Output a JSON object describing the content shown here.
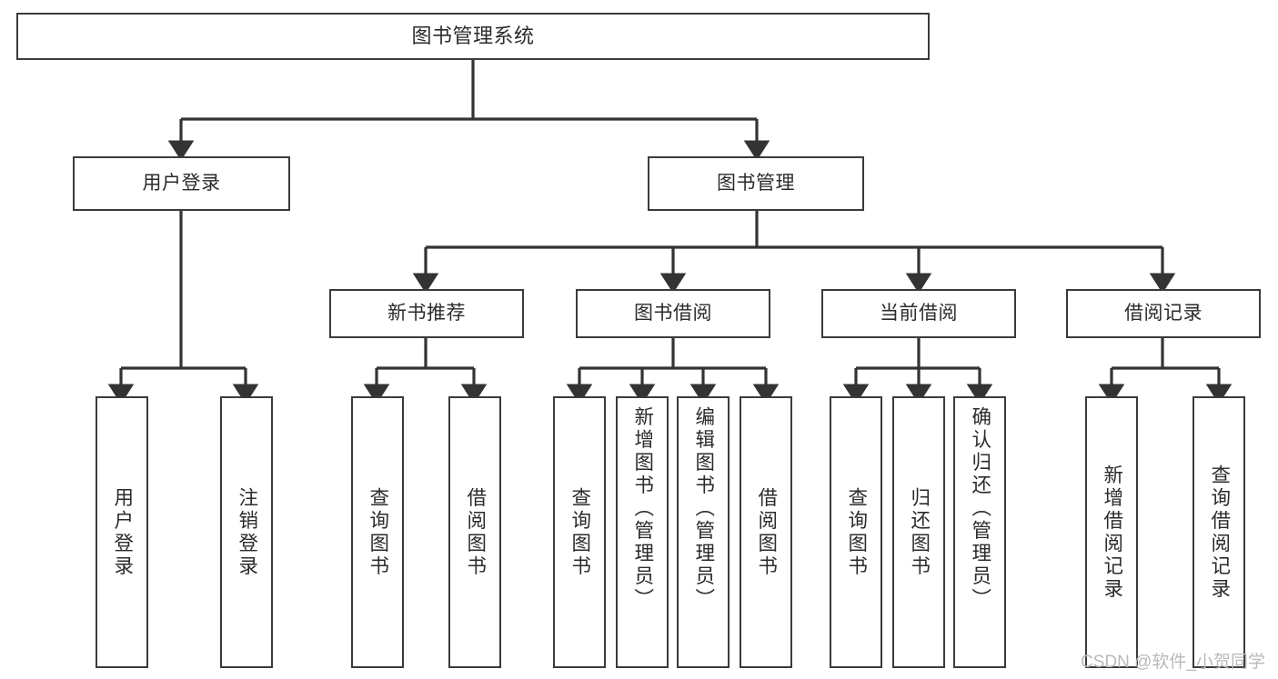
{
  "diagram": {
    "type": "tree-hierarchy",
    "title": "图书管理系统",
    "watermark": "CSDN @软件_小贺同学",
    "colors": {
      "box_border": "#3b3b3b",
      "box_fill": "#ffffff",
      "edge": "#333333",
      "text": "#2b2b2b",
      "watermark": "#b9b9b9"
    },
    "nodes": {
      "root": {
        "label": "图书管理系统"
      },
      "level2": [
        {
          "label": "用户登录"
        },
        {
          "label": "图书管理"
        }
      ],
      "level3": [
        {
          "label": "新书推荐"
        },
        {
          "label": "图书借阅"
        },
        {
          "label": "当前借阅"
        },
        {
          "label": "借阅记录"
        }
      ],
      "leaves": {
        "user_login": [
          {
            "label": "用户登录"
          },
          {
            "label": "注销登录"
          }
        ],
        "new_book": [
          {
            "label": "查询图书"
          },
          {
            "label": "借阅图书"
          }
        ],
        "book_borrow": [
          {
            "label": "查询图书"
          },
          {
            "label": "新增图书（管理员）"
          },
          {
            "label": "编辑图书（管理员）"
          },
          {
            "label": "借阅图书"
          }
        ],
        "current_borrow": [
          {
            "label": "查询图书"
          },
          {
            "label": "归还图书"
          },
          {
            "label": "确认归还（管理员）"
          }
        ],
        "borrow_record": [
          {
            "label": "新增借阅记录"
          },
          {
            "label": "查询借阅记录"
          }
        ]
      }
    }
  }
}
